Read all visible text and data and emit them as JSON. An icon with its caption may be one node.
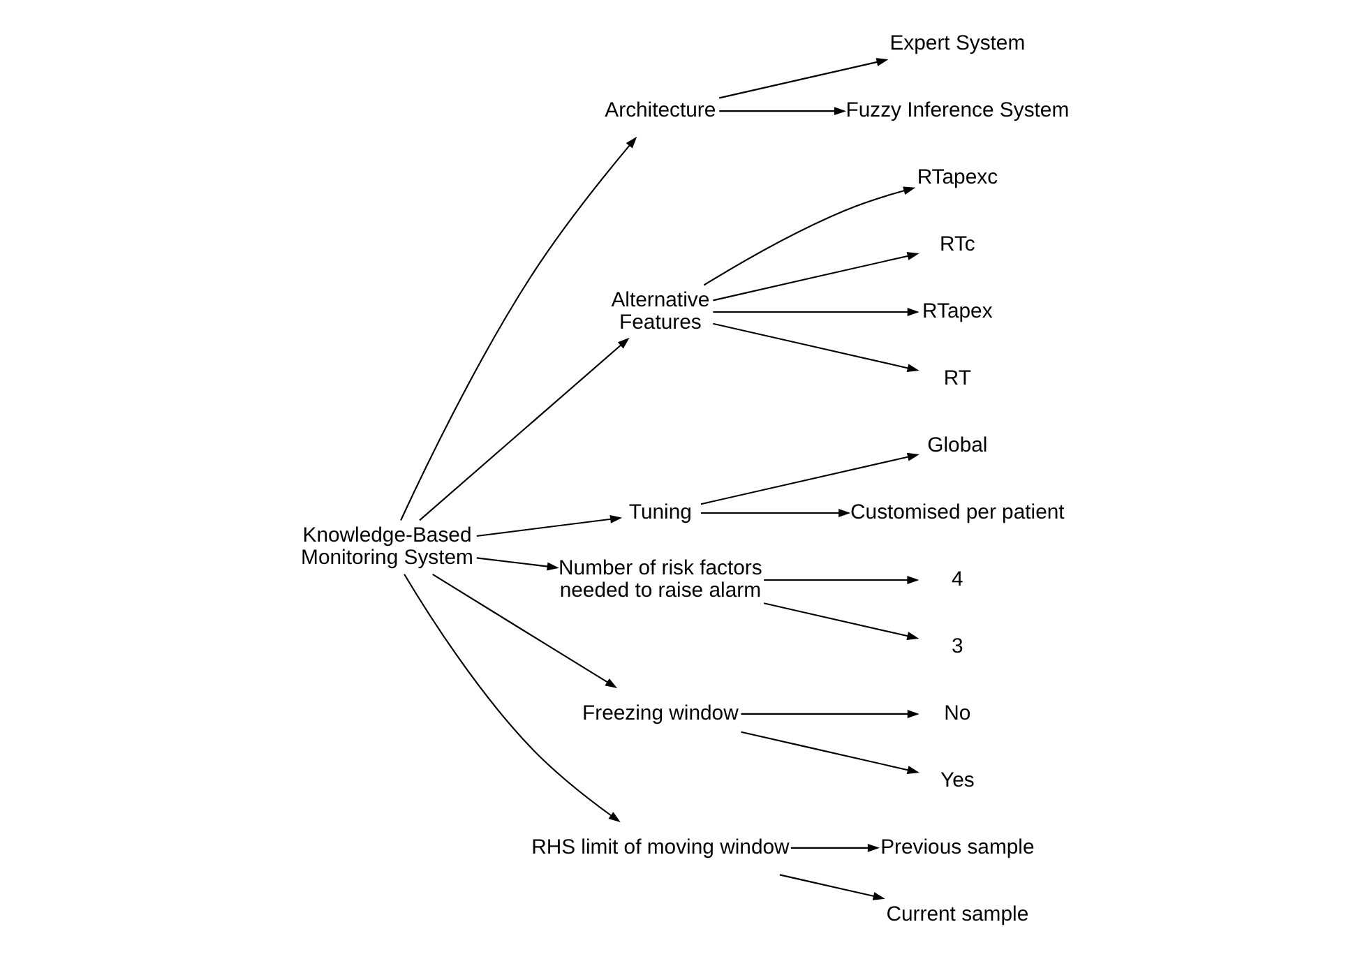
{
  "diagram": {
    "nodes": [
      {
        "text": [
          "Knowledge-Based Monitoring System"
        ]
      },
      {
        "text": [
          "Architecture"
        ]
      },
      {
        "text": [
          "Expert System"
        ]
      },
      {
        "text": [
          "Fuzzy Inference System"
        ]
      },
      {
        "text": [
          "Alternative Features"
        ]
      },
      {
        "text": [
          "RTapexc"
        ]
      },
      {
        "text": [
          "RTc"
        ]
      },
      {
        "text": [
          "RTapex"
        ]
      },
      {
        "text": [
          "RT"
        ]
      },
      {
        "text": [
          "Tuning"
        ]
      },
      {
        "text": [
          "Global"
        ]
      },
      {
        "text": [
          "Customised per patient"
        ]
      },
      {
        "text": [
          "Number of risk factors needed to raise alarm"
        ]
      },
      {
        "text": [
          "4"
        ]
      },
      {
        "text": [
          "3"
        ]
      },
      {
        "text": [
          "Freezing window"
        ]
      },
      {
        "text": [
          "No"
        ]
      },
      {
        "text": [
          "Yes"
        ]
      },
      {
        "text": [
          "RHS limit of moving window"
        ]
      },
      {
        "text": [
          "Previous sample"
        ]
      },
      {
        "text": [
          "Current sample"
        ]
      }
    ],
    "edges": [
      {
        "from": 0,
        "to": 1,
        "arrow": "to"
      },
      {
        "from": 1,
        "to": 2,
        "arrow": "to"
      },
      {
        "from": 1,
        "to": 3,
        "arrow": "to"
      },
      {
        "from": 0,
        "to": 4,
        "arrow": "to"
      },
      {
        "from": 4,
        "to": 5,
        "arrow": "to"
      },
      {
        "from": 4,
        "to": 6,
        "arrow": "to"
      },
      {
        "from": 4,
        "to": 7,
        "arrow": "to"
      },
      {
        "from": 4,
        "to": 8,
        "arrow": "to"
      },
      {
        "from": 0,
        "to": 9,
        "arrow": "to"
      },
      {
        "from": 9,
        "to": 10,
        "arrow": "to"
      },
      {
        "from": 9,
        "to": 11,
        "arrow": "to"
      },
      {
        "from": 0,
        "to": 12,
        "arrow": "to"
      },
      {
        "from": 12,
        "to": 13,
        "arrow": "to"
      },
      {
        "from": 12,
        "to": 14,
        "arrow": "to"
      },
      {
        "from": 0,
        "to": 15,
        "arrow": "to"
      },
      {
        "from": 15,
        "to": 16,
        "arrow": "to"
      },
      {
        "from": 15,
        "to": 17,
        "arrow": "to"
      },
      {
        "from": 0,
        "to": 18,
        "arrow": "to"
      },
      {
        "from": 18,
        "to": 19,
        "arrow": "to"
      },
      {
        "from": 18,
        "to": 20,
        "arrow": "to"
      }
    ]
  }
}
